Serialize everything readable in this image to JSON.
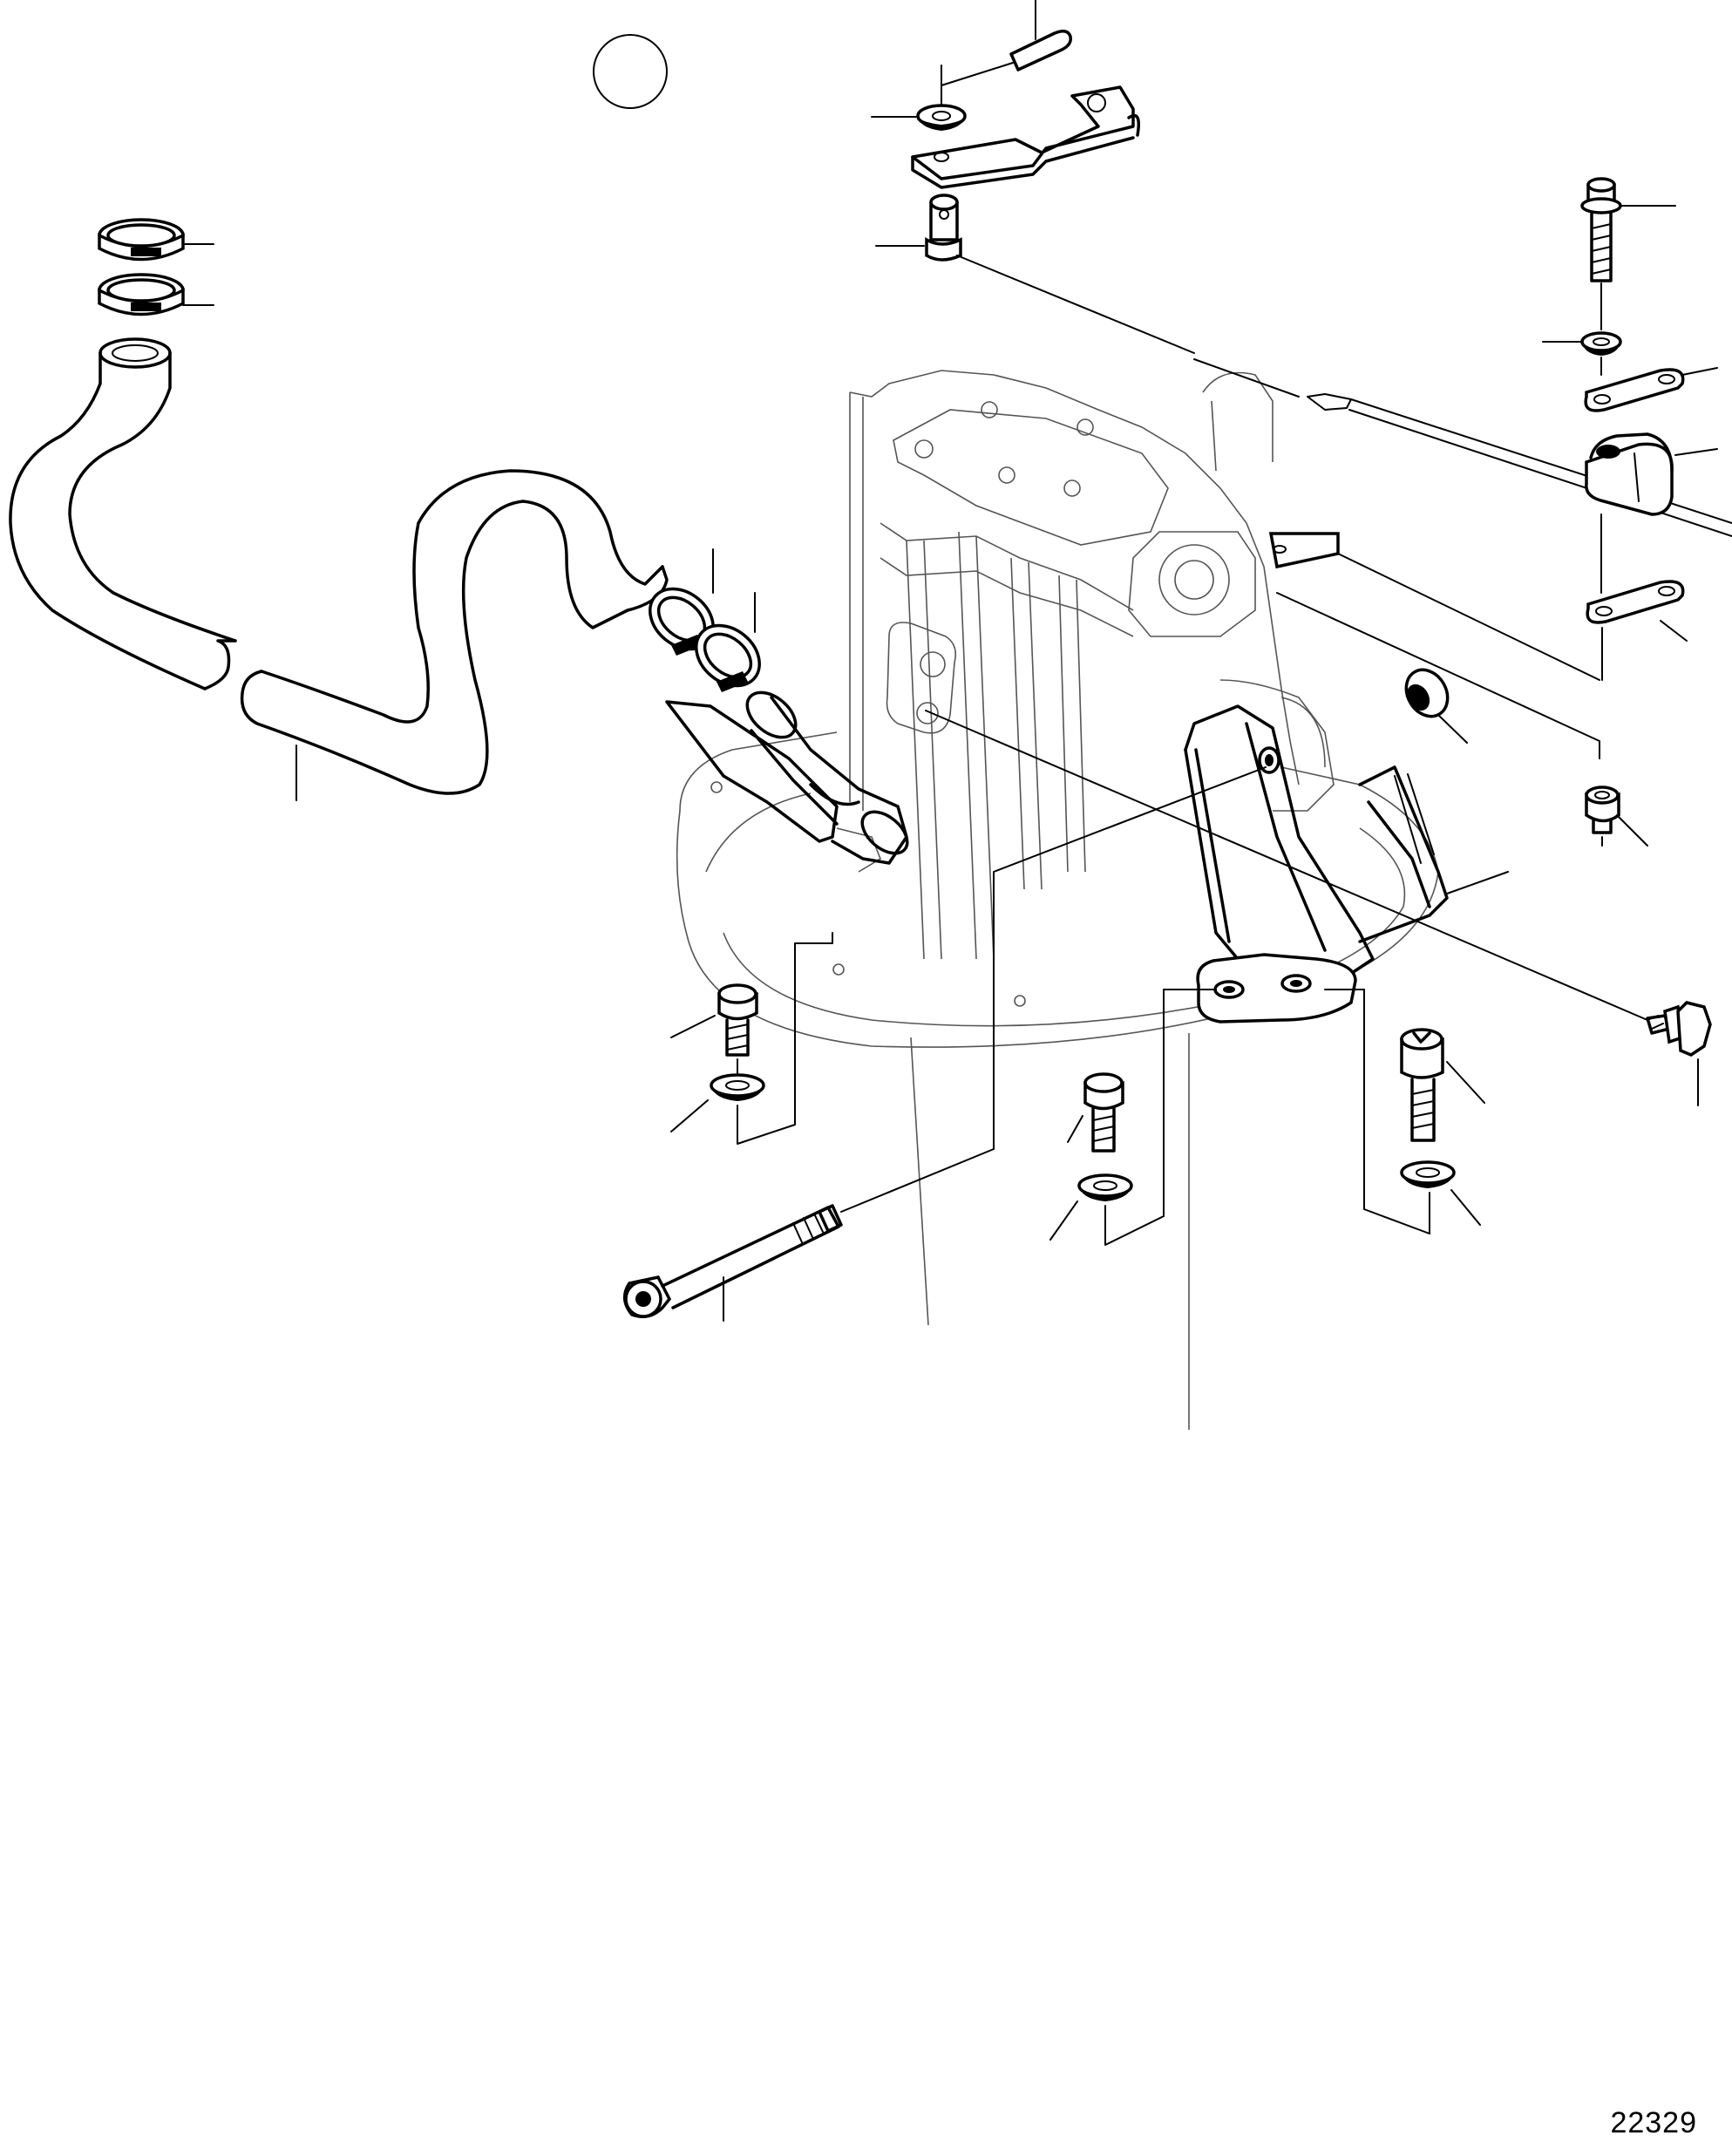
{
  "figure": {
    "reference_number": "22329"
  },
  "parts": [
    {
      "name": "cotter-pin"
    },
    {
      "name": "washer-top"
    },
    {
      "name": "shift-bracket"
    },
    {
      "name": "clevis-pin"
    },
    {
      "name": "hose-clamp-1"
    },
    {
      "name": "hose-clamp-2"
    },
    {
      "name": "coolant-hose"
    },
    {
      "name": "hose-clamp-3"
    },
    {
      "name": "hose-clamp-4"
    },
    {
      "name": "flange-bolt-right"
    },
    {
      "name": "washer-right"
    },
    {
      "name": "cable-clamp-plate-upper"
    },
    {
      "name": "rubber-grommet"
    },
    {
      "name": "cable-clamp-plate-lower"
    },
    {
      "name": "spacer-bushing"
    },
    {
      "name": "lock-nut"
    },
    {
      "name": "support-bracket"
    },
    {
      "name": "hex-bolt-long"
    },
    {
      "name": "cap-screw-left"
    },
    {
      "name": "washer-left"
    },
    {
      "name": "long-through-bolt"
    },
    {
      "name": "cap-screw-center"
    },
    {
      "name": "washer-center"
    },
    {
      "name": "socket-head-screw"
    },
    {
      "name": "washer-bottom-right"
    }
  ]
}
